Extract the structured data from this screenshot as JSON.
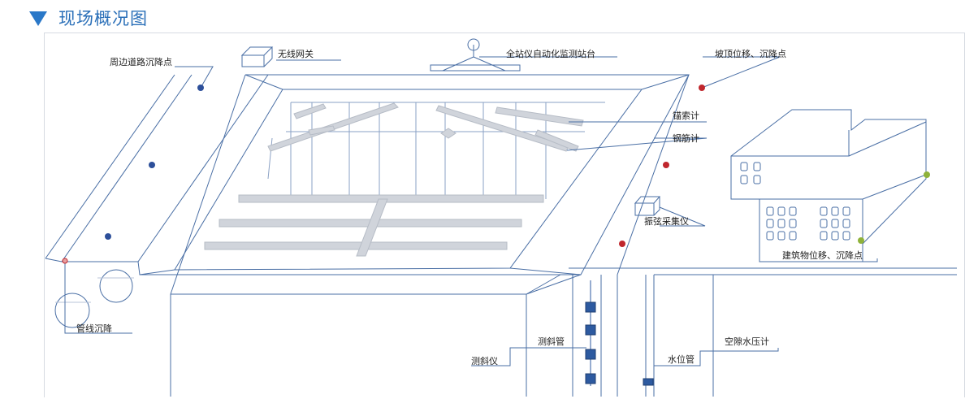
{
  "header": {
    "title": "现场概况图"
  },
  "colors": {
    "accent": "#2a78c8",
    "line": "#4a6fa5",
    "marker_blue": "#2d4f9a",
    "marker_red": "#c0272d",
    "marker_green": "#8fb23a",
    "strut": "#c9ced6"
  },
  "labels": {
    "road_settlement": "周边道路沉降点",
    "wireless_gateway": "无线网关",
    "total_station": "全站仪自动化监测站台",
    "slope_top": "坡顶位移、沉降点",
    "anchor_meter": "锚索计",
    "rebar_meter": "钢筋计",
    "vw_collector": "振弦采集仪",
    "building_settlement": "建筑物位移、沉降点",
    "pipeline_settlement": "管线沉降",
    "inclinometer_tube": "测斜管",
    "inclinometer": "测斜仪",
    "water_level_tube": "水位管",
    "pore_pressure": "空隙水压计"
  }
}
